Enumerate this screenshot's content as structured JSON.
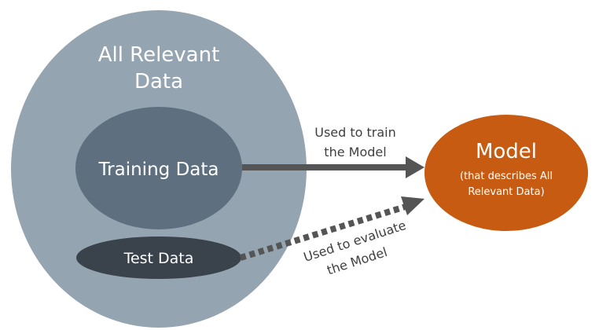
{
  "diagram": {
    "all_data": {
      "line1": "All Relevant",
      "line2": "Data"
    },
    "training_data": {
      "label": "Training Data"
    },
    "test_data": {
      "label": "Test Data"
    },
    "model": {
      "title": "Model",
      "subtitle_line1": "(that describes All",
      "subtitle_line2": "Relevant Data)"
    },
    "train_arrow": {
      "label_line1": "Used to train",
      "label_line2": "the Model"
    },
    "evaluate_arrow": {
      "label_line1": "Used to evaluate",
      "label_line2": "the Model"
    }
  },
  "colors": {
    "all_data": "#95a4b1",
    "training_data": "#5e6f80",
    "test_data": "#3a434b",
    "model": "#c75b12",
    "arrow": "#555555",
    "label_text": "#3f3f3f"
  }
}
